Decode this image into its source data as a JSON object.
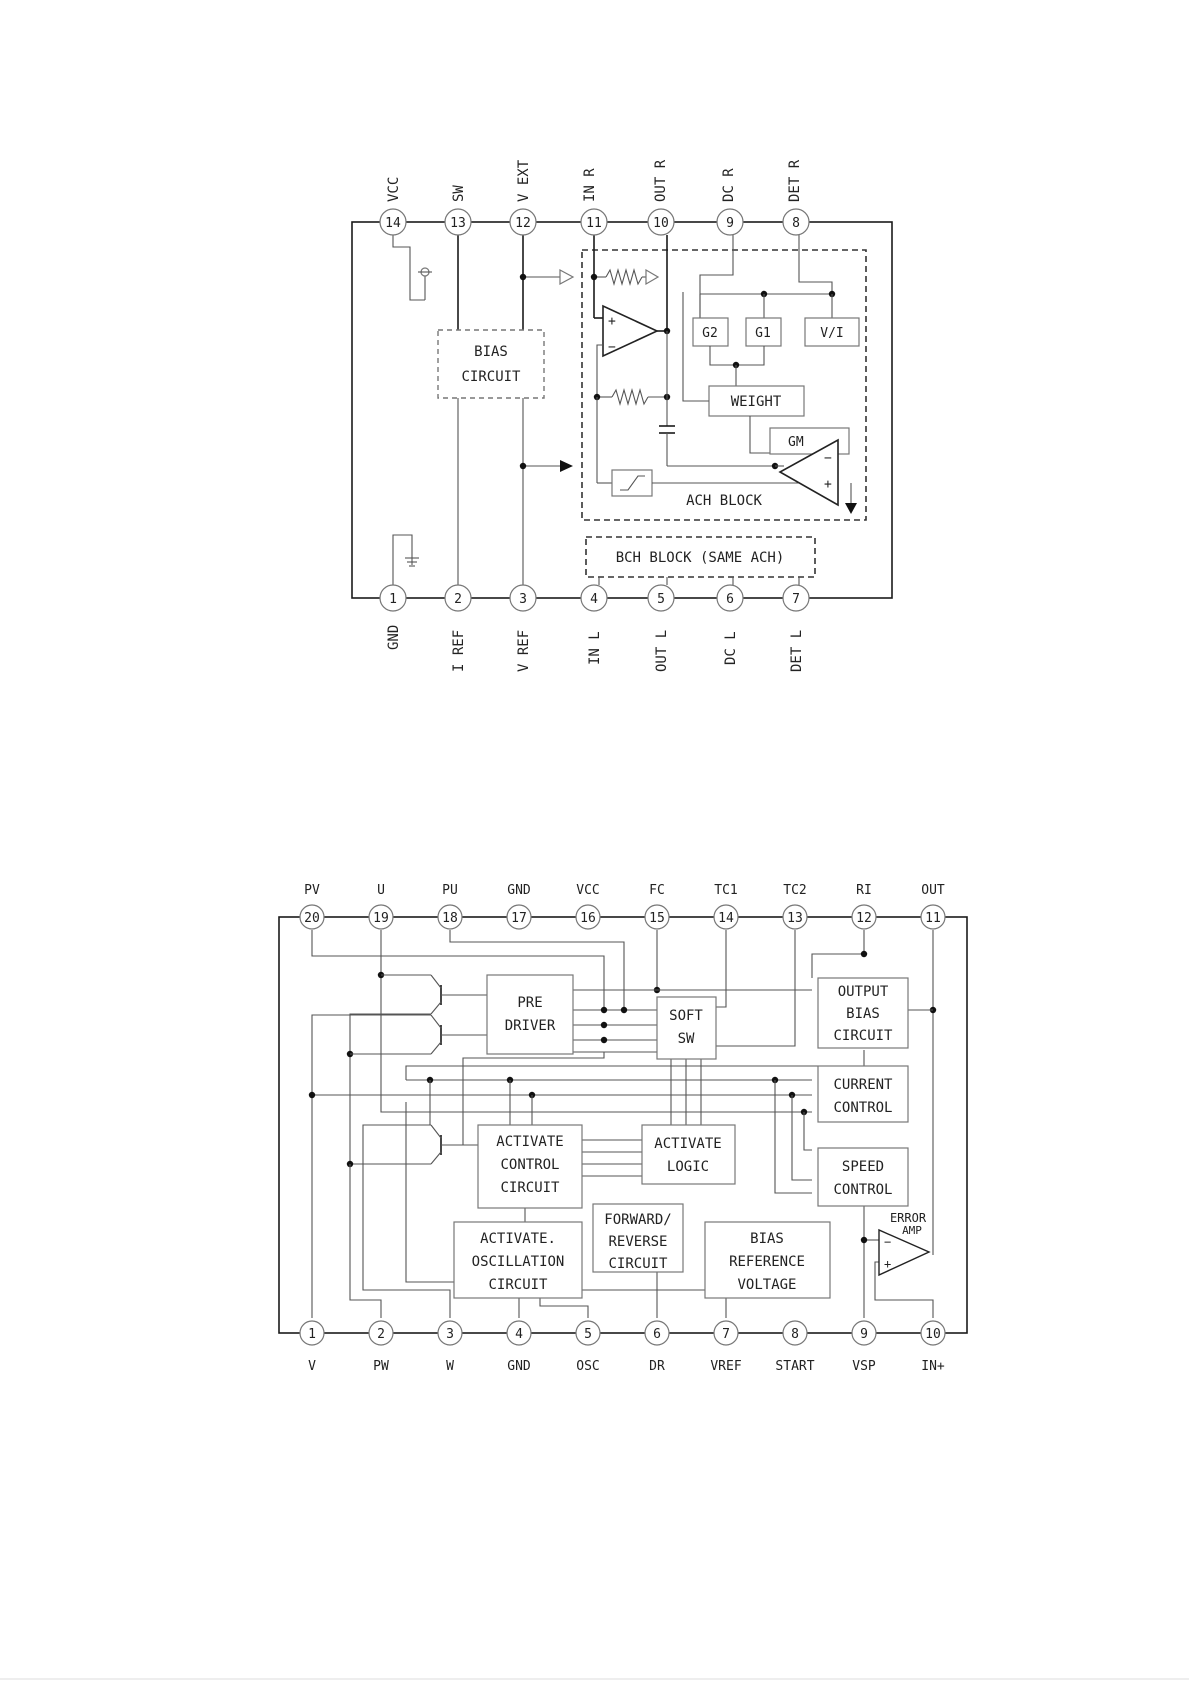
{
  "diagram1": {
    "pins_top": [
      {
        "num": "14",
        "name": "VCC"
      },
      {
        "num": "13",
        "name": "SW"
      },
      {
        "num": "12",
        "name": "V EXT"
      },
      {
        "num": "11",
        "name": "IN R"
      },
      {
        "num": "10",
        "name": "OUT R"
      },
      {
        "num": "9",
        "name": "DC R"
      },
      {
        "num": "8",
        "name": "DET R"
      }
    ],
    "pins_bottom": [
      {
        "num": "1",
        "name": "GND"
      },
      {
        "num": "2",
        "name": "I REF"
      },
      {
        "num": "3",
        "name": "V REF"
      },
      {
        "num": "4",
        "name": "IN L"
      },
      {
        "num": "5",
        "name": "OUT L"
      },
      {
        "num": "6",
        "name": "DC L"
      },
      {
        "num": "7",
        "name": "DET L"
      }
    ],
    "bias_line1": "BIAS",
    "bias_line2": "CIRCUIT",
    "g2": "G2",
    "g1": "G1",
    "vi": "V/I",
    "weight": "WEIGHT",
    "gm": "GM",
    "ach_block": "ACH BLOCK",
    "bch_block": "BCH BLOCK (SAME ACH)",
    "op_plus": "+",
    "op_minus": "−"
  },
  "diagram2": {
    "pins_top": [
      {
        "num": "20",
        "name": "PV"
      },
      {
        "num": "19",
        "name": "U"
      },
      {
        "num": "18",
        "name": "PU"
      },
      {
        "num": "17",
        "name": "GND"
      },
      {
        "num": "16",
        "name": "VCC"
      },
      {
        "num": "15",
        "name": "FC"
      },
      {
        "num": "14",
        "name": "TC1"
      },
      {
        "num": "13",
        "name": "TC2"
      },
      {
        "num": "12",
        "name": "RI"
      },
      {
        "num": "11",
        "name": "OUT"
      }
    ],
    "pins_bottom": [
      {
        "num": "1",
        "name": "V"
      },
      {
        "num": "2",
        "name": "PW"
      },
      {
        "num": "3",
        "name": "W"
      },
      {
        "num": "4",
        "name": "GND"
      },
      {
        "num": "5",
        "name": "OSC"
      },
      {
        "num": "6",
        "name": "DR"
      },
      {
        "num": "7",
        "name": "VREF"
      },
      {
        "num": "8",
        "name": "START"
      },
      {
        "num": "9",
        "name": "VSP"
      },
      {
        "num": "10",
        "name": "IN+"
      }
    ],
    "pre_driver": [
      "PRE",
      "DRIVER"
    ],
    "soft_sw": [
      "SOFT",
      "SW"
    ],
    "output_bias": [
      "OUTPUT",
      "BIAS",
      "CIRCUIT"
    ],
    "current_control": [
      "CURRENT",
      "CONTROL"
    ],
    "activate_control": [
      "ACTIVATE",
      "CONTROL",
      "CIRCUIT"
    ],
    "activate_logic": [
      "ACTIVATE",
      "LOGIC"
    ],
    "speed_control": [
      "SPEED",
      "CONTROL"
    ],
    "activate_osc": [
      "ACTIVATE.",
      "OSCILLATION",
      "CIRCUIT"
    ],
    "forward_reverse": [
      "FORWARD/",
      "REVERSE",
      "CIRCUIT"
    ],
    "bias_reference": [
      "BIAS",
      "REFERENCE",
      "VOLTAGE"
    ],
    "error_amp": [
      "ERROR",
      "AMP"
    ],
    "op_plus": "+",
    "op_minus": "−"
  }
}
